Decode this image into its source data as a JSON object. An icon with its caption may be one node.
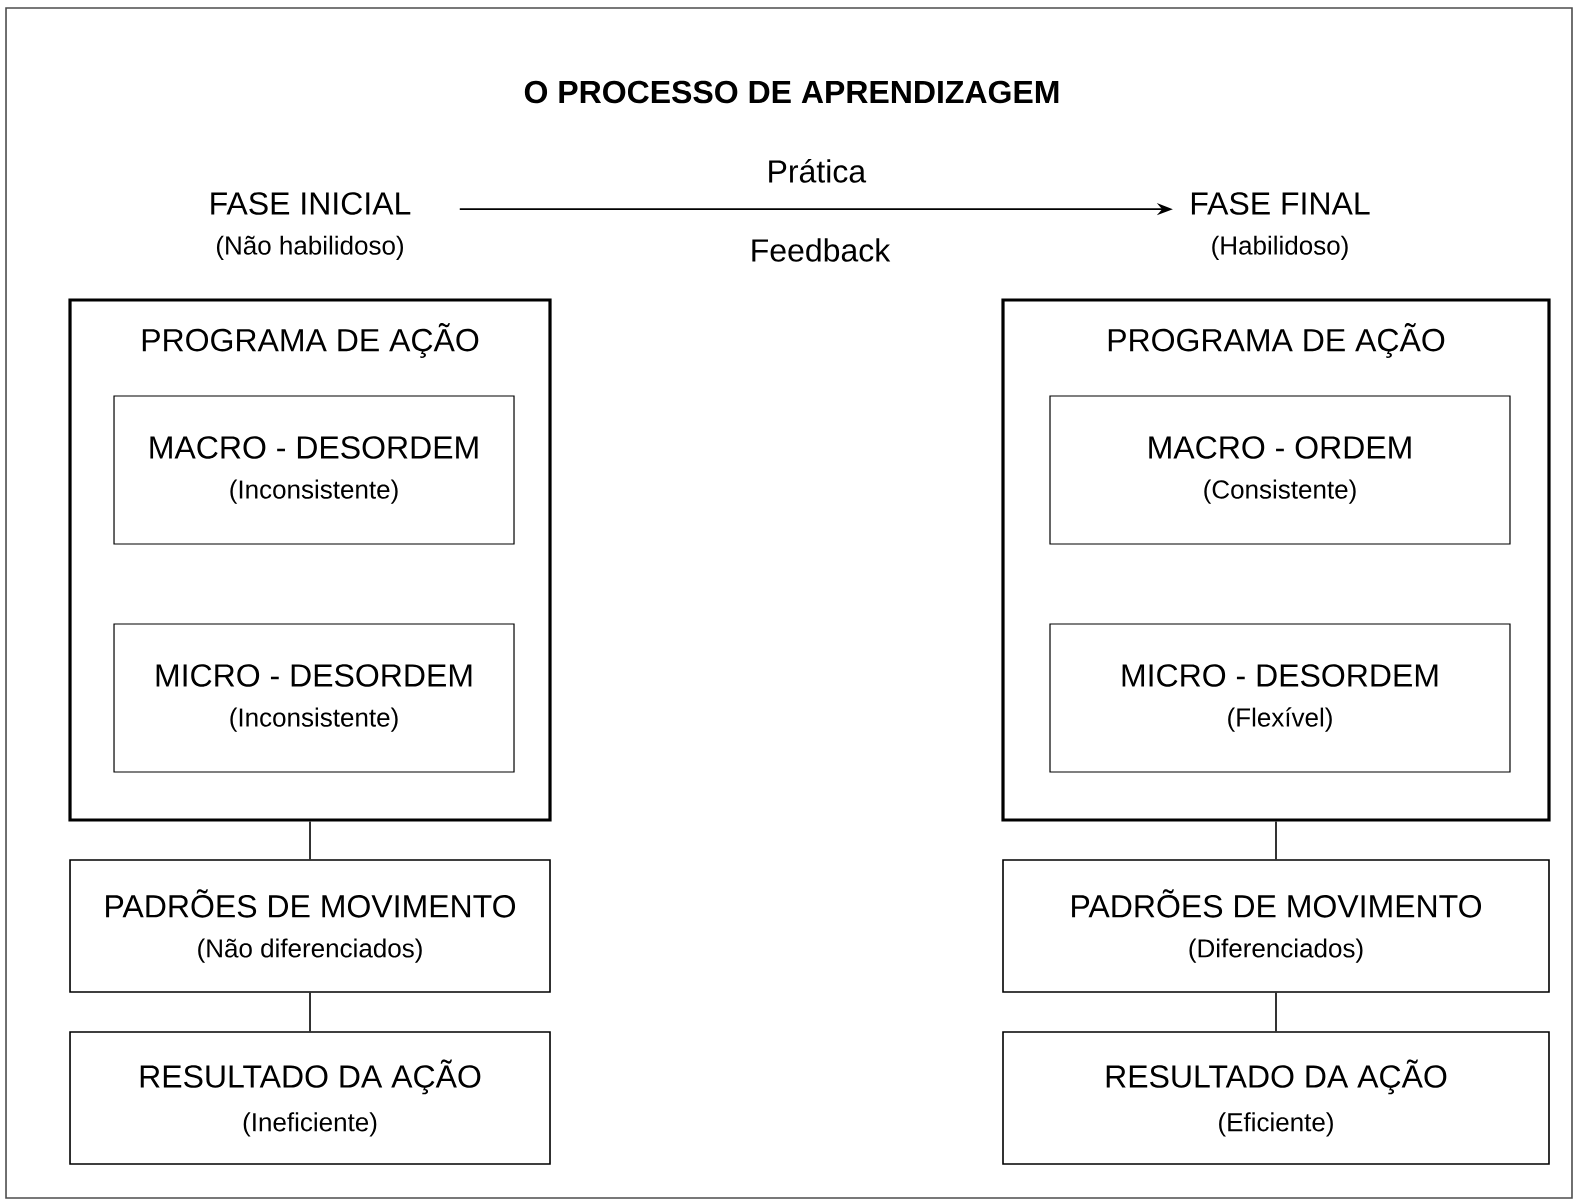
{
  "diagram": {
    "title": "O PROCESSO DE APRENDIZAGEM",
    "nodes": [
      {
        "text": [
          "FASE INICIAL",
          "(Não habilidoso)"
        ]
      },
      {
        "text": [
          "FASE FINAL",
          "(Habilidoso)"
        ]
      },
      {
        "text": [
          "PROGRAMA DE AÇÃO"
        ]
      },
      {
        "text": [
          "MACRO - DESORDEM",
          "(Inconsistente)"
        ],
        "in": 2
      },
      {
        "text": [
          "MICRO - DESORDEM",
          "(Inconsistente)"
        ],
        "in": 2
      },
      {
        "text": [
          "PADRÕES DE MOVIMENTO",
          "(Não diferenciados)"
        ]
      },
      {
        "text": [
          "RESULTADO DA AÇÃO",
          "(Ineficiente)"
        ]
      },
      {
        "text": [
          "PROGRAMA DE AÇÃO"
        ]
      },
      {
        "text": [
          "MACRO - ORDEM",
          "(Consistente)"
        ],
        "in": 7
      },
      {
        "text": [
          "MICRO - DESORDEM",
          "(Flexível)"
        ],
        "in": 7
      },
      {
        "text": [
          "PADRÕES DE MOVIMENTO",
          "(Diferenciados)"
        ]
      },
      {
        "text": [
          "RESULTADO DA AÇÃO",
          "(Eficiente)"
        ]
      }
    ],
    "edges": [
      {
        "from": 0,
        "to": 1,
        "arrow": "to",
        "label": "Prática"
      },
      {
        "from": 2,
        "to": 5,
        "arrow": "none"
      },
      {
        "from": 5,
        "to": 6,
        "arrow": "none"
      },
      {
        "from": 7,
        "to": 10,
        "arrow": "none"
      },
      {
        "from": 10,
        "to": 11,
        "arrow": "none"
      }
    ],
    "labels": [
      "Feedback"
    ]
  }
}
